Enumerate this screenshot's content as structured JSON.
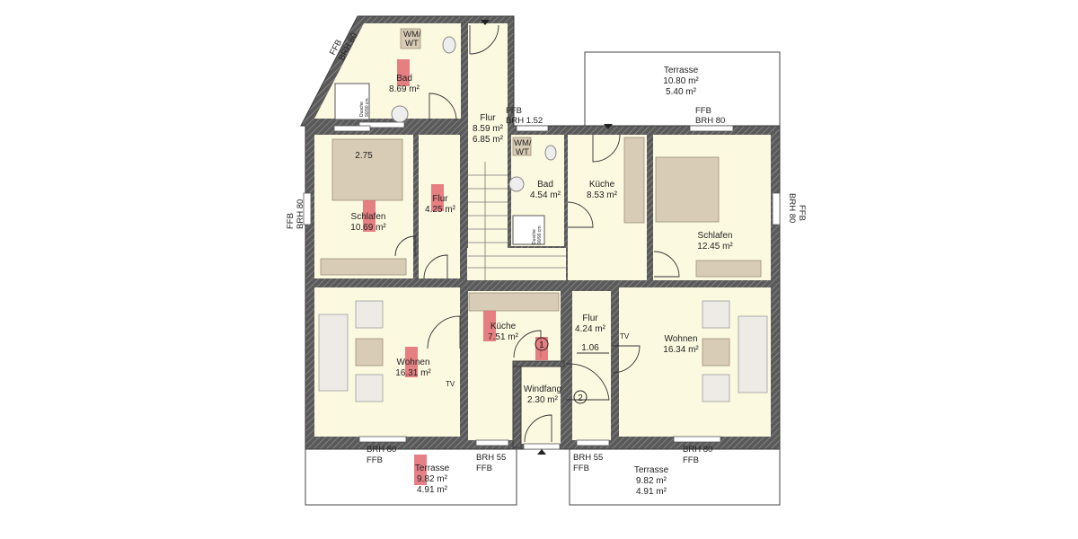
{
  "rooms": {
    "bad_top": {
      "name": "Bad",
      "area": "8.69 m²"
    },
    "flur_top": {
      "name": "Flur",
      "area": "8.59 m²",
      "area2": "6.85 m²"
    },
    "schlafen_left": {
      "name": "Schlafen",
      "area": "10.69 m²",
      "dim": "2.75"
    },
    "flur_left": {
      "name": "Flur",
      "area": "4.25 m²"
    },
    "bad_mid": {
      "name": "Bad",
      "area": "4.54 m²"
    },
    "kueche_right": {
      "name": "Küche",
      "area": "8.53 m²"
    },
    "schlafen_right": {
      "name": "Schlafen",
      "area": "12.45 m²"
    },
    "wohnen_left": {
      "name": "Wohnen",
      "area": "16.31 m²"
    },
    "kueche_mid": {
      "name": "Küche",
      "area": "7.51 m²"
    },
    "windfang": {
      "name": "Windfang",
      "area": "2.30 m²"
    },
    "flur_mid": {
      "name": "Flur",
      "area": "4.24 m²",
      "dim": "1.06"
    },
    "wohnen_right": {
      "name": "Wohnen",
      "area": "16.34 m²"
    },
    "terrasse_top": {
      "name": "Terrasse",
      "area": "10.80 m²",
      "area2": "5.40 m²"
    },
    "terrasse_bl": {
      "name": "Terrasse",
      "area": "9.82 m²",
      "area2": "4.91 m²"
    },
    "terrasse_br": {
      "name": "Terrasse",
      "area": "9.82 m²",
      "area2": "4.91 m²"
    }
  },
  "fixtures": {
    "wmwt_1": "WM/",
    "wmwt_2": "WT",
    "dusche": "Dusche",
    "dusche_size": "90/90 cm",
    "tv": "TV",
    "marker_1": "1",
    "marker_2": "2"
  },
  "window_notes": {
    "ffb": "FFB",
    "brh80": "BRH 80",
    "brh55": "BRH 55",
    "brh152": "BRH 1.52"
  },
  "colors": {
    "room_fill": "#fcf9e1",
    "wall": "#3a3a3a",
    "furniture": "#d9ccb6",
    "marker": "#e0606a"
  }
}
